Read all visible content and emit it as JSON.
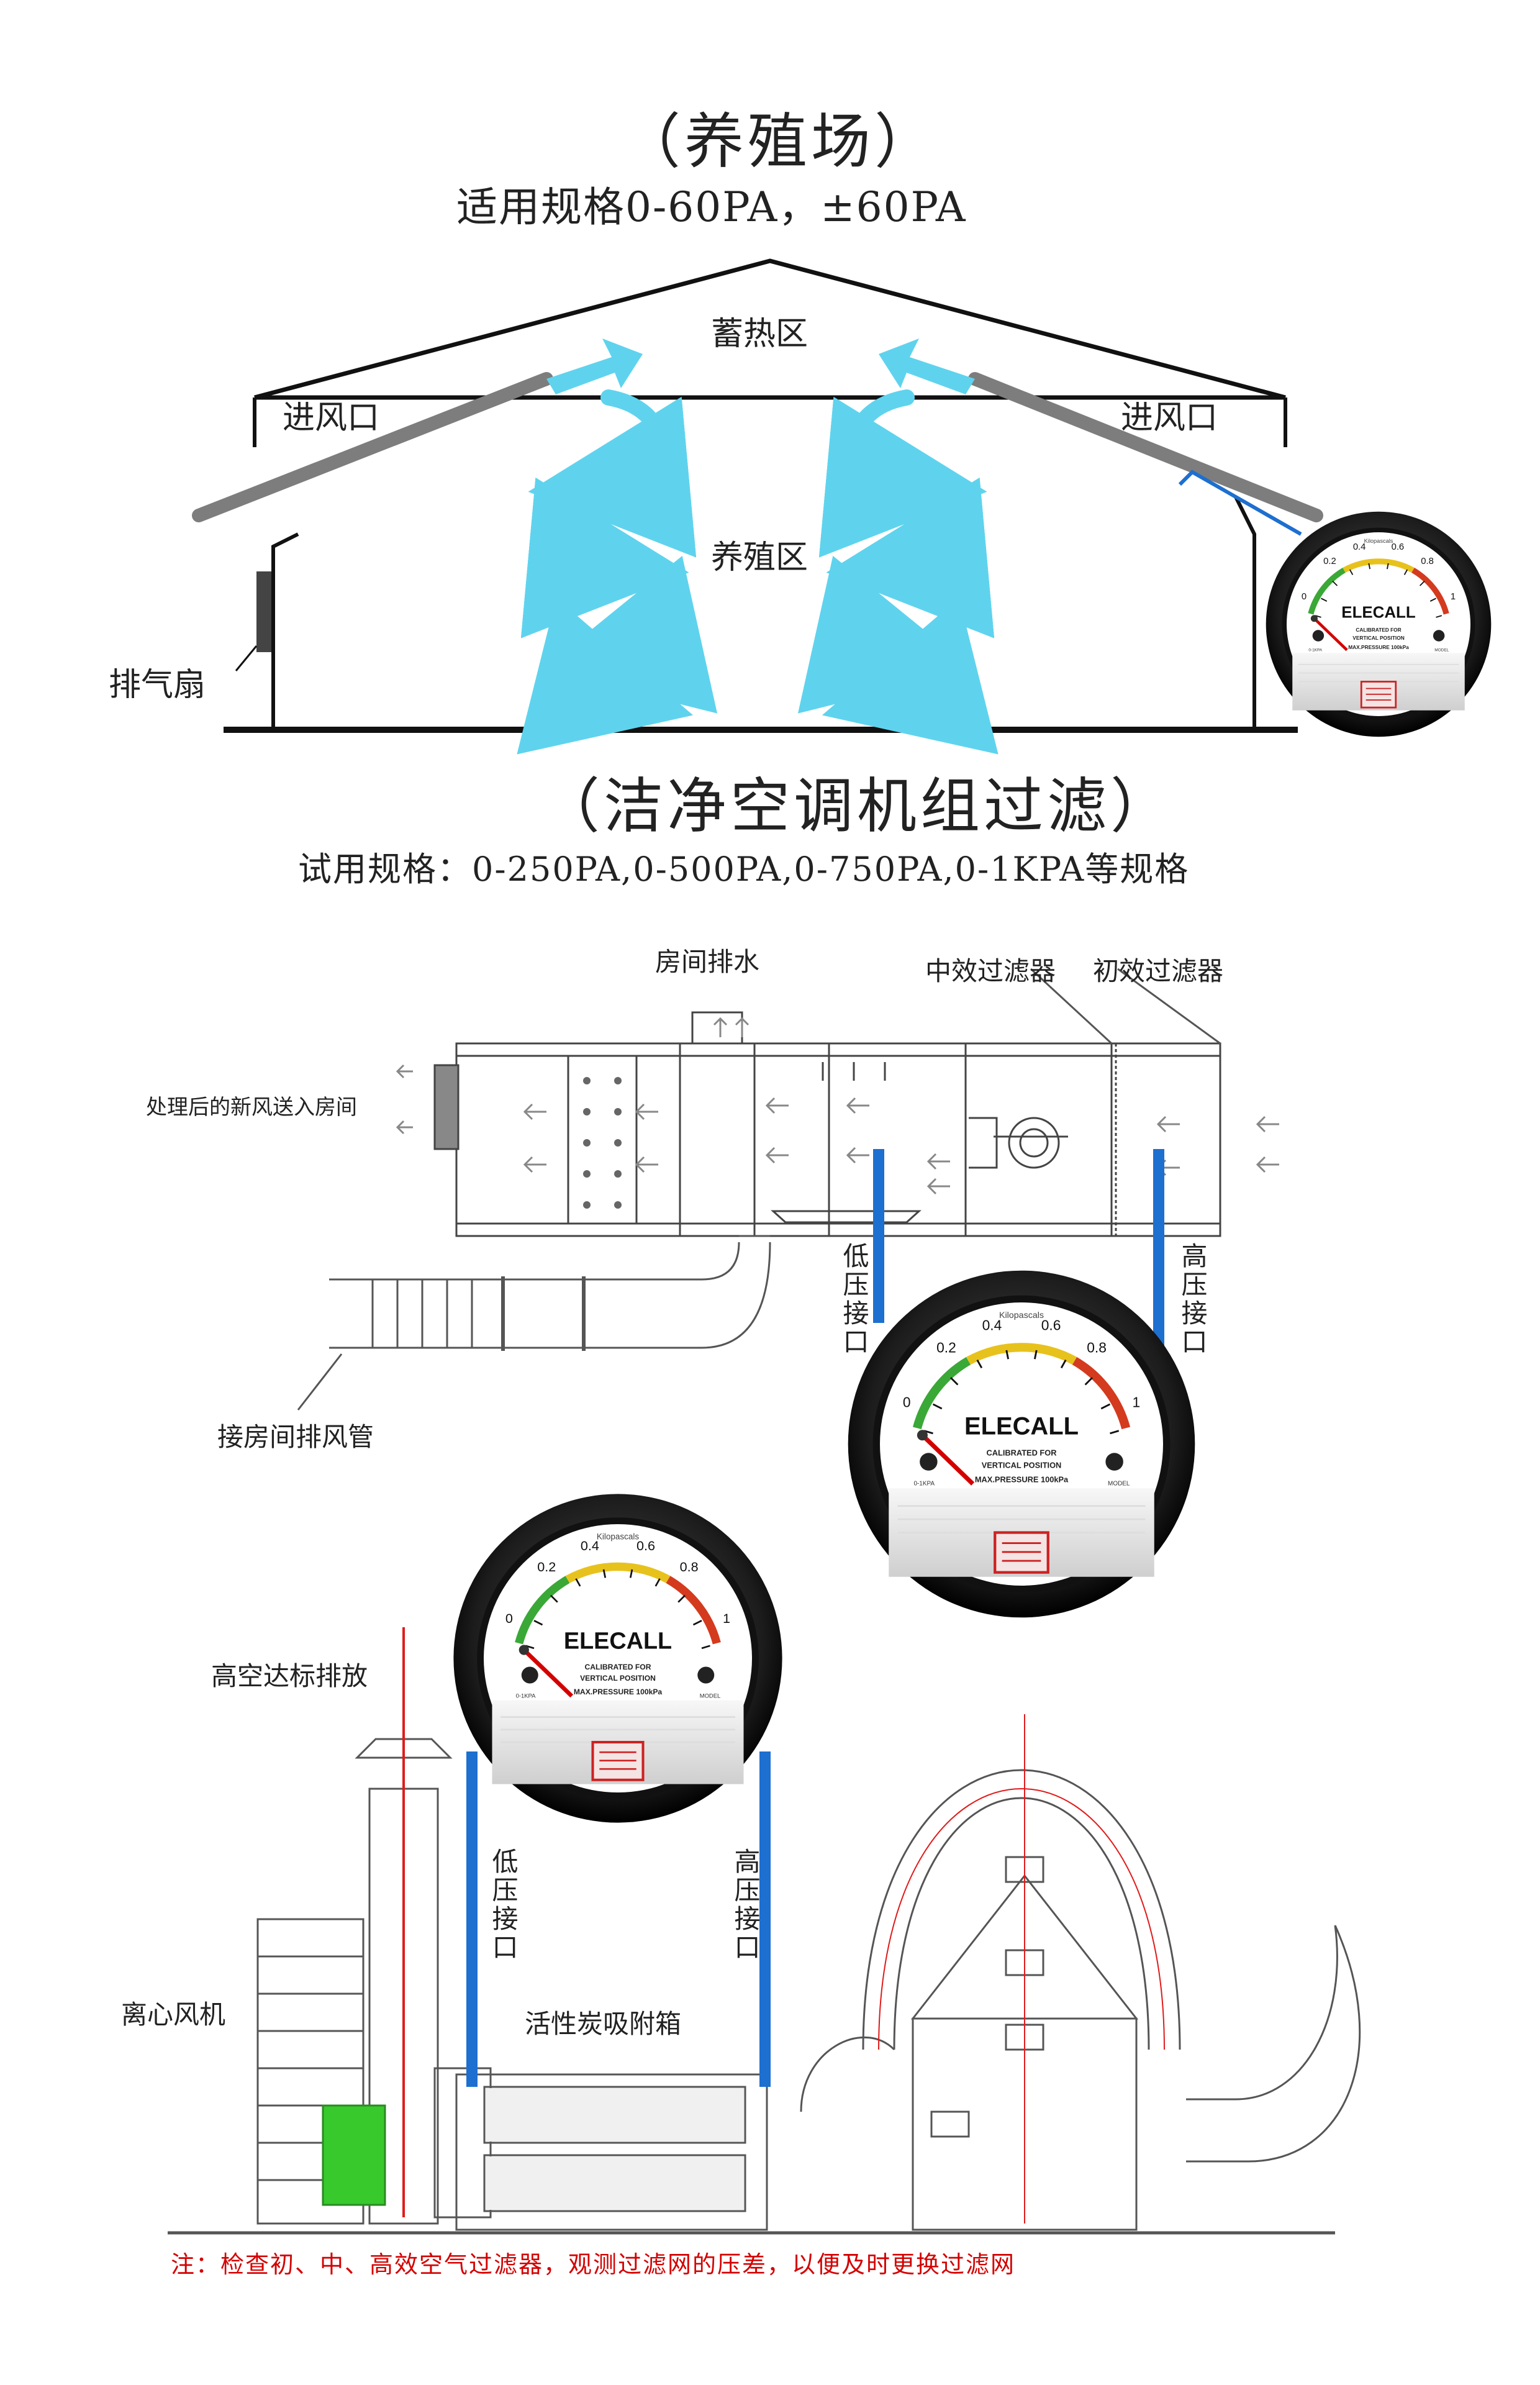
{
  "section1": {
    "title": "（养殖场）",
    "spec": "适用规格0-60PA，±60PA",
    "zone_heat": "蓄热区",
    "zone_breed": "养殖区",
    "inlet_left": "进风口",
    "inlet_right": "进风口",
    "exhaust_fan": "排气扇"
  },
  "section2": {
    "title": "（洁净空调机组过滤）",
    "spec": "试用规格：0-250PA,0-500PA,0-750PA,0-1KPA等规格",
    "room_drain": "房间排水",
    "mid_filter": "中效过滤器",
    "primary_filter": "初效过滤器",
    "fresh_air": "处理后的新风送入房间",
    "low_port": "低压接口",
    "high_port": "高压接口",
    "room_exhaust_duct": "接房间排风管"
  },
  "section3": {
    "high_altitude": "高空达标排放",
    "centrifugal_fan": "离心风机",
    "carbon_box": "活性炭吸附箱",
    "low_port": "低压接口",
    "high_port": "高压接口",
    "note": "注：检查初、中、高效空气过滤器，观测过滤网的压差，以便及时更换过滤网"
  },
  "gauge": {
    "brand": "ELECALL",
    "subbrand": "Kilopascals",
    "ticks": [
      "0",
      "0.2",
      "0.4",
      "0.6",
      "0.8",
      "1"
    ],
    "calib_line1": "CALIBRATED FOR",
    "calib_line2": "VERTICAL POSITION",
    "max_pressure": "MAX.PRESSURE 100kPa",
    "model_left": "0-1KPA",
    "model_right": "MODEL"
  },
  "colors": {
    "air_arrow": "#5fd3ee",
    "tube_blue": "#1d6fd0",
    "roof_beam": "#7d7d7d",
    "stack_red": "#e01b1b",
    "fan_green": "#38c92c",
    "note_red": "#d40000"
  }
}
